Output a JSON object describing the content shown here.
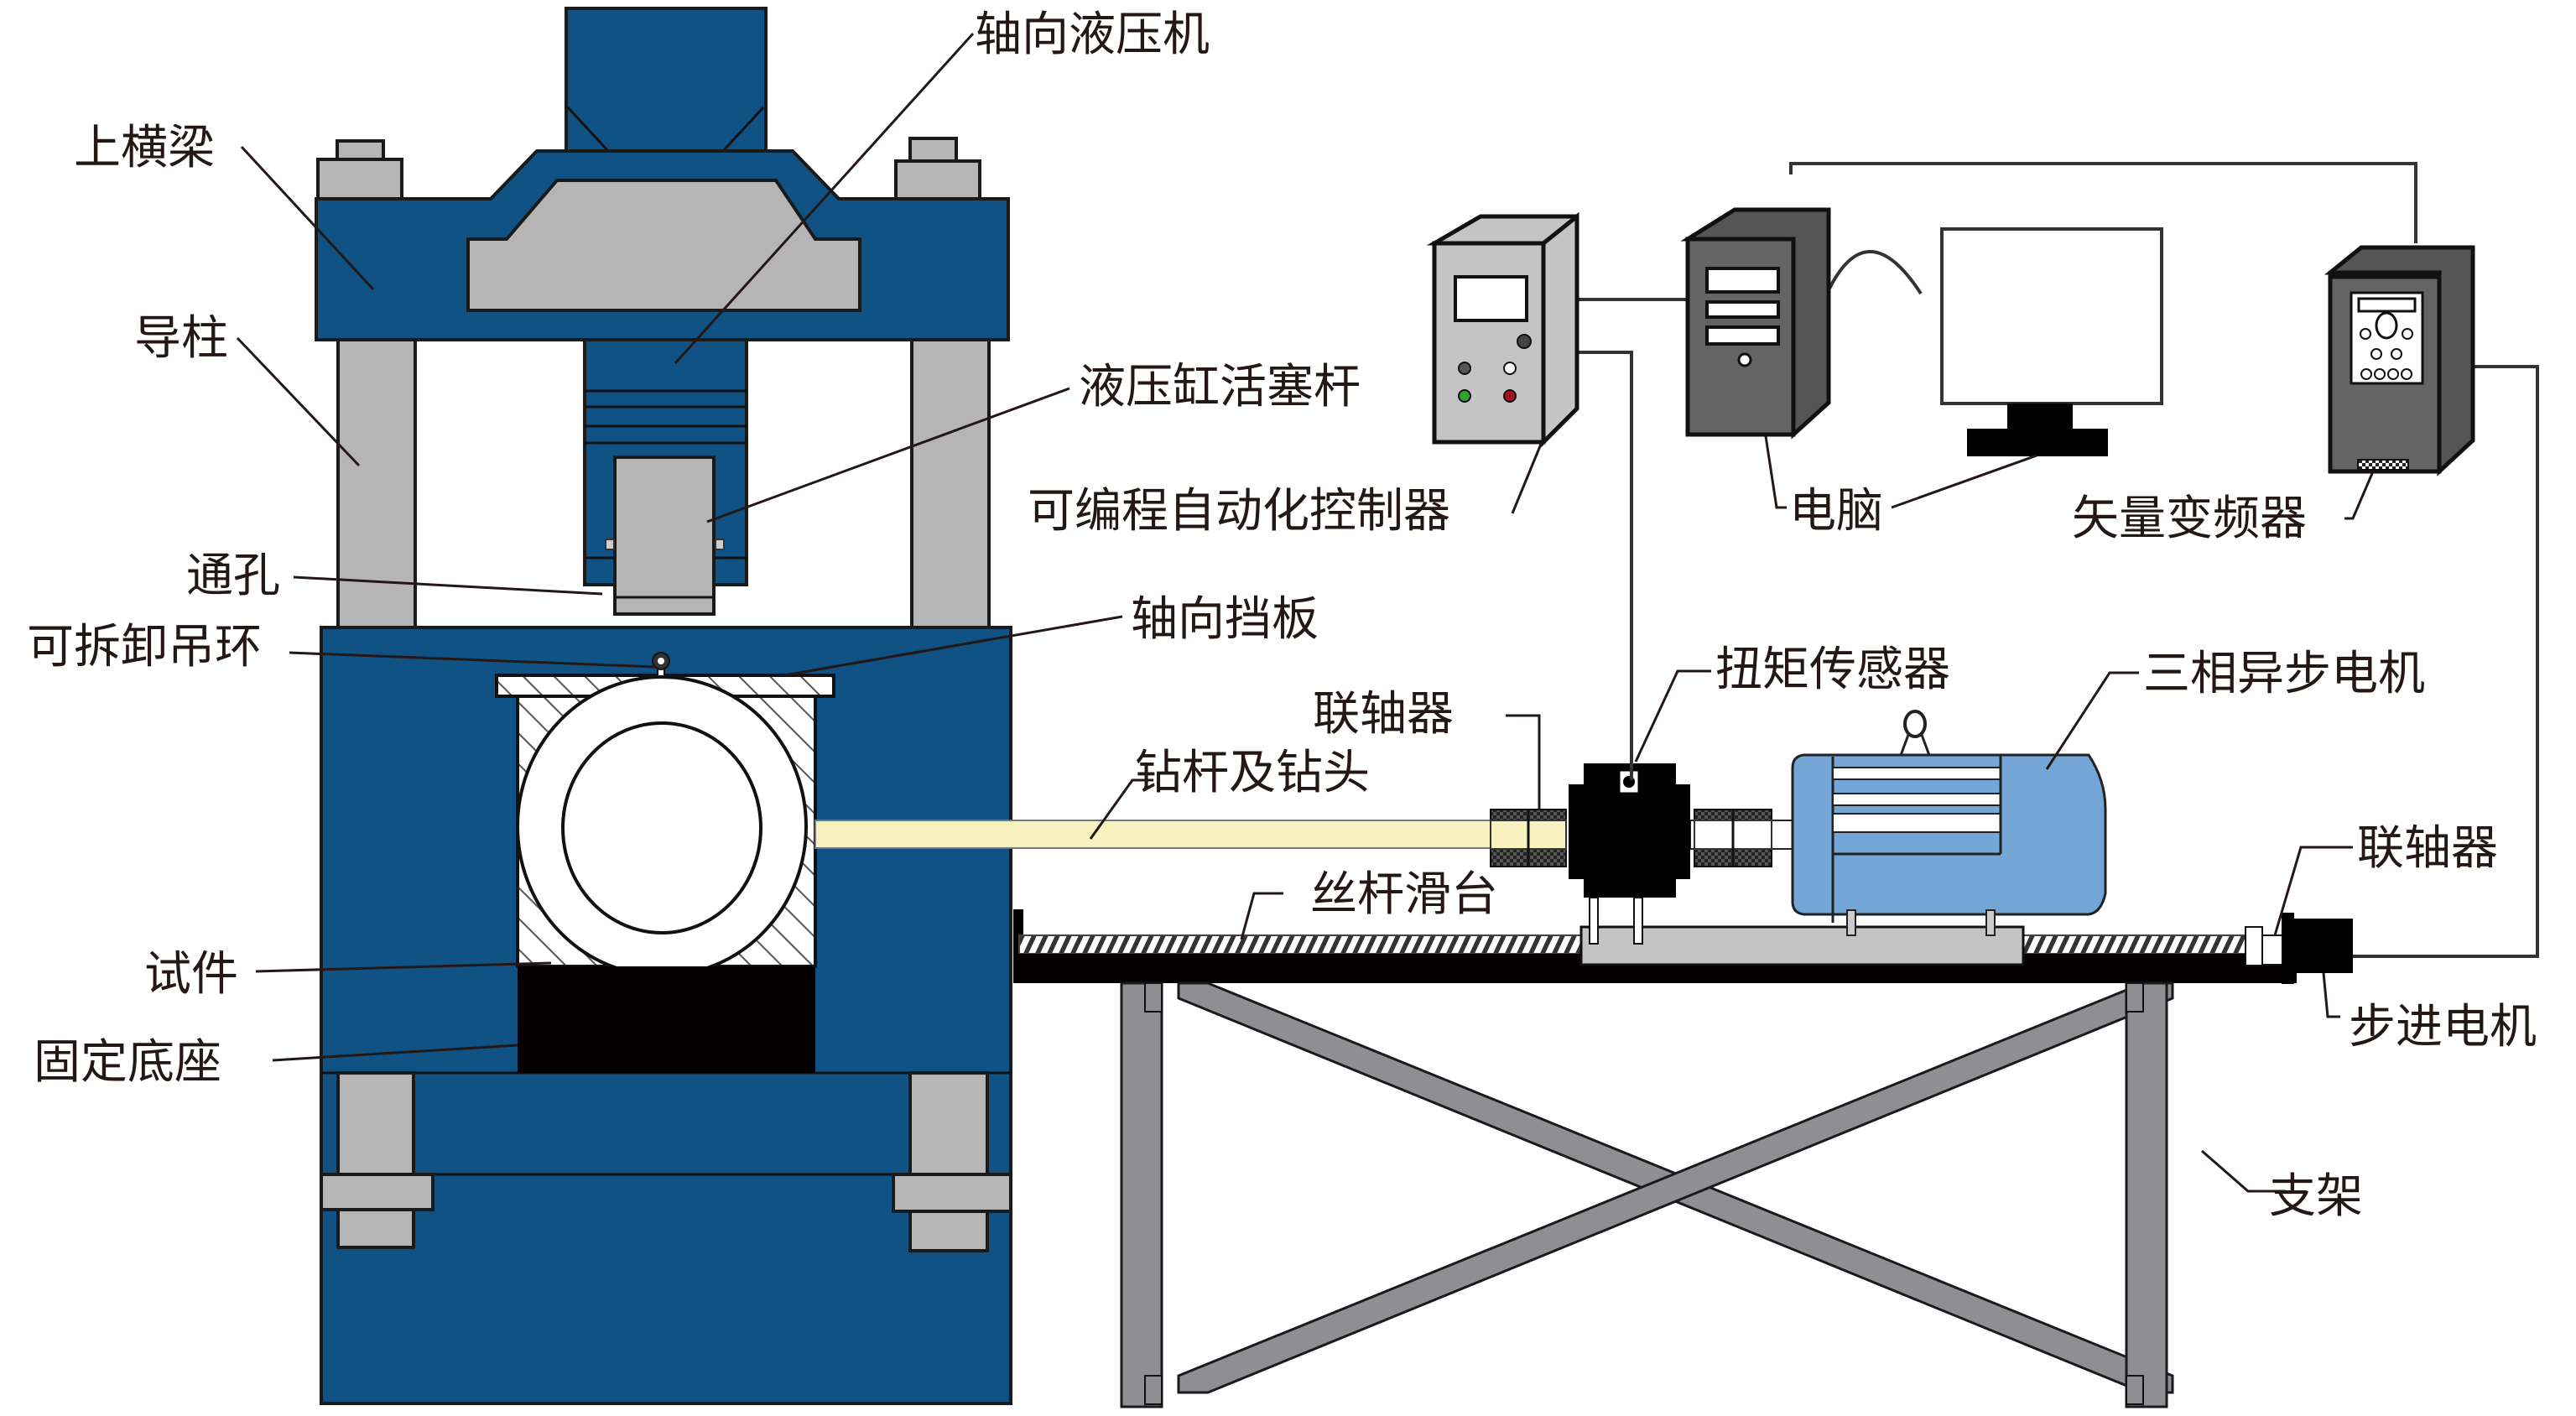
{
  "figure": {
    "title": "钻进试验台结构示意图",
    "colors": {
      "press_blue": "#0f5283",
      "steel_grey": "#b5b5b5",
      "drill_rod_yellow": "#f8f1c0",
      "motor_blue": "#73a5d6",
      "cabinet_dark": "#646464",
      "cabinet_light": "#c4c4c4",
      "frame_grey": "#8e8e93",
      "indicator_green": "#2fa32f",
      "indicator_red": "#a3151b"
    }
  },
  "labels": {
    "upper_crossbeam": "上横梁",
    "axial_hydraulic_press": "轴向液压机",
    "guide_column": "导柱",
    "hydraulic_piston_rod": "液压缸活塞杆",
    "through_hole": "通孔",
    "detachable_lifting_ring": "可拆卸吊环",
    "axial_baffle": "轴向挡板",
    "specimen": "试件",
    "fixed_base": "固定底座",
    "drill_rod_and_bit": "钻杆及钻头",
    "coupling_left": "联轴器",
    "torque_sensor": "扭矩传感器",
    "three_phase_motor": "三相异步电机",
    "screw_slide_table": "丝杆滑台",
    "coupling_right": "联轴器",
    "stepper_motor": "步进电机",
    "support_frame": "支架",
    "plc": "可编程自动化控制器",
    "computer": "电脑",
    "vector_inverter": "矢量变频器"
  },
  "icons": {
    "plc_panel": "control-cabinet-icon",
    "pc": "computer-tower-icon",
    "monitor": "monitor-icon",
    "inverter": "frequency-inverter-icon",
    "motor": "electric-motor-icon"
  }
}
